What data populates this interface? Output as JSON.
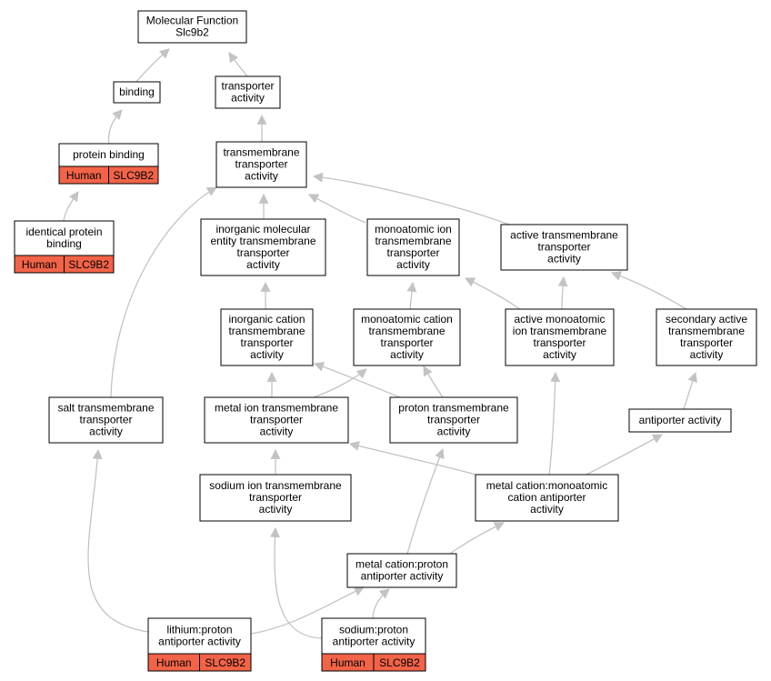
{
  "diagram": {
    "root_title": [
      "Molecular Function",
      "Slc9b2"
    ],
    "tag_colors": {
      "annotation_cell": "#f26347",
      "edge": "#c3c3c3"
    },
    "nodes": [
      {
        "id": "mf",
        "lines": [
          "Molecular Function",
          "Slc9b2"
        ],
        "tags": []
      },
      {
        "id": "binding",
        "lines": [
          "binding"
        ],
        "tags": []
      },
      {
        "id": "transporter",
        "lines": [
          "transporter",
          "activity"
        ],
        "tags": []
      },
      {
        "id": "protein-binding",
        "lines": [
          "protein binding"
        ],
        "tags": [
          "Human",
          "SLC9B2"
        ]
      },
      {
        "id": "identical-protein-binding",
        "lines": [
          "identical protein",
          "binding"
        ],
        "tags": [
          "Human",
          "SLC9B2"
        ]
      },
      {
        "id": "tm-transporter",
        "lines": [
          "transmembrane",
          "transporter",
          "activity"
        ],
        "tags": []
      },
      {
        "id": "inorganic-molecular",
        "lines": [
          "inorganic molecular",
          "entity transmembrane",
          "transporter",
          "activity"
        ],
        "tags": []
      },
      {
        "id": "monoatomic-ion",
        "lines": [
          "monoatomic ion",
          "transmembrane",
          "transporter",
          "activity"
        ],
        "tags": []
      },
      {
        "id": "active-tm",
        "lines": [
          "active transmembrane",
          "transporter",
          "activity"
        ],
        "tags": []
      },
      {
        "id": "inorganic-cation",
        "lines": [
          "inorganic cation",
          "transmembrane",
          "transporter",
          "activity"
        ],
        "tags": []
      },
      {
        "id": "monoatomic-cation",
        "lines": [
          "monoatomic cation",
          "transmembrane",
          "transporter",
          "activity"
        ],
        "tags": []
      },
      {
        "id": "active-monoatomic",
        "lines": [
          "active monoatomic",
          "ion transmembrane",
          "transporter",
          "activity"
        ],
        "tags": []
      },
      {
        "id": "secondary-active",
        "lines": [
          "secondary active",
          "transmembrane",
          "transporter",
          "activity"
        ],
        "tags": []
      },
      {
        "id": "salt-tm",
        "lines": [
          "salt transmembrane",
          "transporter",
          "activity"
        ],
        "tags": []
      },
      {
        "id": "metal-ion-tm",
        "lines": [
          "metal ion transmembrane",
          "transporter",
          "activity"
        ],
        "tags": []
      },
      {
        "id": "proton-tm",
        "lines": [
          "proton transmembrane",
          "transporter",
          "activity"
        ],
        "tags": []
      },
      {
        "id": "antiporter",
        "lines": [
          "antiporter activity"
        ],
        "tags": []
      },
      {
        "id": "sodium-ion-tm",
        "lines": [
          "sodium ion transmembrane",
          "transporter",
          "activity"
        ],
        "tags": []
      },
      {
        "id": "metal-cation-antiporter",
        "lines": [
          "metal cation:monoatomic",
          "cation antiporter",
          "activity"
        ],
        "tags": []
      },
      {
        "id": "metal-cation-proton",
        "lines": [
          "metal cation:proton",
          "antiporter activity"
        ],
        "tags": []
      },
      {
        "id": "lithium-proton",
        "lines": [
          "lithium:proton",
          "antiporter activity"
        ],
        "tags": [
          "Human",
          "SLC9B2"
        ]
      },
      {
        "id": "sodium-proton",
        "lines": [
          "sodium:proton",
          "antiporter activity"
        ],
        "tags": [
          "Human",
          "SLC9B2"
        ]
      }
    ],
    "edges": [
      {
        "from": "binding",
        "to": "mf"
      },
      {
        "from": "transporter",
        "to": "mf"
      },
      {
        "from": "protein-binding",
        "to": "binding"
      },
      {
        "from": "identical-protein-binding",
        "to": "protein-binding"
      },
      {
        "from": "tm-transporter",
        "to": "transporter"
      },
      {
        "from": "inorganic-molecular",
        "to": "tm-transporter"
      },
      {
        "from": "monoatomic-ion",
        "to": "tm-transporter"
      },
      {
        "from": "active-tm",
        "to": "tm-transporter"
      },
      {
        "from": "salt-tm",
        "to": "tm-transporter"
      },
      {
        "from": "inorganic-cation",
        "to": "inorganic-molecular"
      },
      {
        "from": "monoatomic-cation",
        "to": "monoatomic-ion"
      },
      {
        "from": "active-monoatomic",
        "to": "monoatomic-ion"
      },
      {
        "from": "active-monoatomic",
        "to": "active-tm"
      },
      {
        "from": "secondary-active",
        "to": "active-tm"
      },
      {
        "from": "metal-ion-tm",
        "to": "inorganic-cation"
      },
      {
        "from": "metal-ion-tm",
        "to": "monoatomic-cation"
      },
      {
        "from": "proton-tm",
        "to": "inorganic-cation"
      },
      {
        "from": "proton-tm",
        "to": "monoatomic-cation"
      },
      {
        "from": "antiporter",
        "to": "secondary-active"
      },
      {
        "from": "sodium-ion-tm",
        "to": "metal-ion-tm"
      },
      {
        "from": "metal-cation-antiporter",
        "to": "metal-ion-tm"
      },
      {
        "from": "metal-cation-antiporter",
        "to": "active-monoatomic"
      },
      {
        "from": "metal-cation-antiporter",
        "to": "antiporter"
      },
      {
        "from": "metal-cation-proton",
        "to": "metal-cation-antiporter"
      },
      {
        "from": "metal-cation-proton",
        "to": "proton-tm"
      },
      {
        "from": "lithium-proton",
        "to": "salt-tm"
      },
      {
        "from": "lithium-proton",
        "to": "metal-cation-proton"
      },
      {
        "from": "sodium-proton",
        "to": "sodium-ion-tm"
      },
      {
        "from": "sodium-proton",
        "to": "metal-cation-proton"
      }
    ]
  }
}
